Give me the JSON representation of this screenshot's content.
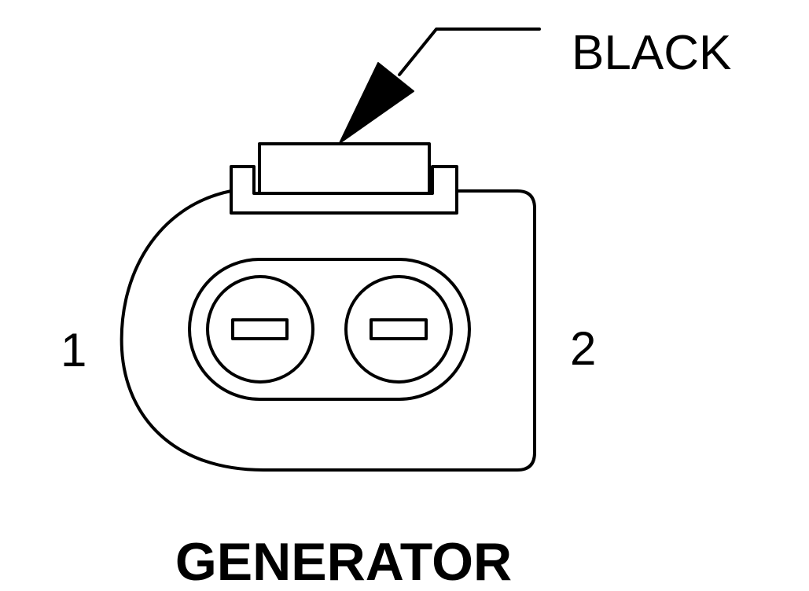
{
  "diagram": {
    "wire_color_label": "BLACK",
    "pin_1_label": "1",
    "pin_2_label": "2",
    "title": "GENERATOR"
  },
  "colors": {
    "ink": "#000000",
    "background": "#ffffff"
  }
}
